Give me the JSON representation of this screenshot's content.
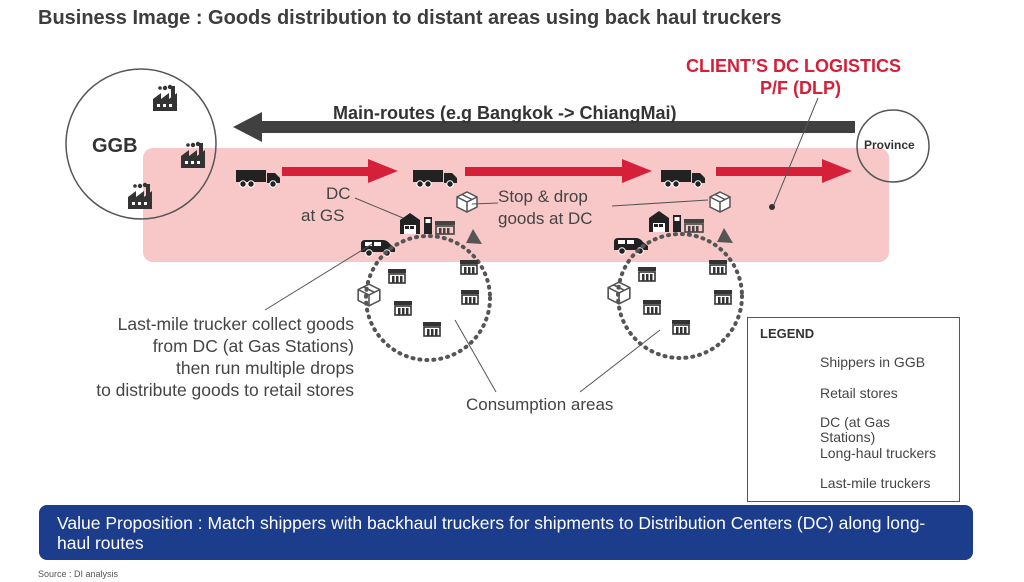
{
  "title": "Business Image : Goods distribution to distant areas using back haul truckers",
  "dlp": {
    "line1": "CLIENT’S DC LOGISTICS",
    "line2": "P/F (DLP)"
  },
  "main_route": "Main-routes (e.g Bangkok -> ChiangMai)",
  "ggb_label": "GGB",
  "province_label": "Province",
  "dc_label": {
    "line1": "DC",
    "line2": "at GS"
  },
  "stop_label": {
    "line1": "Stop & drop",
    "line2": "goods at DC"
  },
  "last_mile_note": [
    "Last-mile trucker collect goods",
    "from DC (at Gas Stations)",
    "then run multiple drops",
    "to distribute goods to retail stores"
  ],
  "consumption_label": "Consumption areas",
  "legend": {
    "title": "LEGEND",
    "items": [
      {
        "icon": "factory-icon",
        "label": "Shippers in GGB"
      },
      {
        "icon": "retail-store-icon",
        "label": "Retail stores"
      },
      {
        "icon": "dc-gas-station-icon",
        "label": "DC (at Gas Stations)"
      },
      {
        "icon": "long-haul-truck-icon",
        "label": "Long-haul truckers"
      },
      {
        "icon": "van-icon",
        "label": "Last-mile truckers"
      }
    ]
  },
  "value_proposition": "Value Proposition : Match shippers with backhaul truckers for shipments to Distribution Centers (DC) along long-haul routes",
  "source": "Source : DI analysis",
  "colors": {
    "band": "#f8c8c8",
    "arrow_red": "#d6203a",
    "arrow_gray": "#404040",
    "title_red": "#d6203a",
    "vp_blue": "#1c3c8c"
  }
}
